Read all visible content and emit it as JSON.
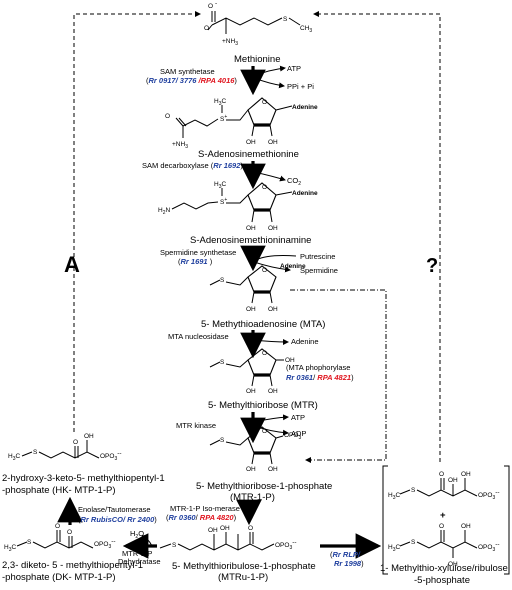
{
  "compounds": {
    "methionine": "Methionine",
    "sam": "S-Adenosinemethionine",
    "dcsam": "S-Adenosinemethioninamine",
    "mta": "5- Methythioadenosine (MTA)",
    "mtr": "5- Methylthioribose (MTR)",
    "mtr1p_1": "5- Methylthioribose-1-phosphate",
    "mtr1p_2": "(MTR-1-P)",
    "mtru1p_1": "5- Methylthioribulose-1-phosphate",
    "mtru1p_2": "(MTRu-1-P)",
    "dk_1": "2,3- diketo- 5 - methylthiopentyl-1",
    "dk_2": "-phosphate (DK- MTP-1-P)",
    "hk_1": "2-hydroxy-3-keto-5- methylthiopentyl-1",
    "hk_2": "-phosphate (HK- MTP-1-P)",
    "xyl_1": "1- Methylthio-xylulose/ribulose",
    "xyl_2": "-5-phosphate"
  },
  "enzymes": {
    "sam_synthetase": "SAM synthetase",
    "sam_syn_genes_open": "(",
    "sam_syn_rr": "Rr 0917/ 3776",
    "sam_syn_sep": " /",
    "sam_syn_rpa": "RPA 4016",
    "sam_syn_close": ")",
    "sam_decarb": "SAM decarboxylase (",
    "sam_decarb_rr": "Rr 1692",
    "sam_decarb_close": ")",
    "spd_synthase": "Spermidine synthetase",
    "spd_open": "(",
    "spd_rr": "Rr 1691",
    "spd_close": " )",
    "mta_nuc": "MTA nucleosidase",
    "mta_phos": "(MTA phophorylase",
    "mta_phos_rr": "Rr 0361",
    "mta_phos_sep": "/ ",
    "mta_phos_rpa": "RPA 4821",
    "mta_phos_close": ")",
    "mtr_kinase": "MTR kinase",
    "isomerase": "MTR-1-P Iso-merase",
    "iso_open": "(",
    "iso_rr": "Rr 0360",
    "iso_sep": "/ ",
    "iso_rpa": "RPA 4820",
    "iso_close": ")",
    "dehydratase_1": "MTR-1-P",
    "dehydratase_2": "Dehydratase",
    "enolase": "Enolase/Tautomerase",
    "eno_open": "(",
    "eno_rr": "Rr RubisCO/ Rr 2400",
    "eno_close": ")",
    "rlp_open": "(",
    "rlp_rr1": "Rr RLP/",
    "rlp_rr2": "Rr 1998",
    "rlp_close": ")"
  },
  "cofactors": {
    "atp": "ATP",
    "ppi": "PPi + Pi",
    "co2": "CO",
    "co2_sub": "2",
    "putrescine": "Putrescine",
    "spermidine": "Spermidine",
    "adenine": "Adenine",
    "atp2": "ATP",
    "adp": "ADP",
    "h2o": "H",
    "h2o_sub": "2",
    "h2o_o": "O"
  },
  "pathway_labels": {
    "a": "A",
    "q": "?",
    "plus": "+"
  },
  "struct": {
    "o_minus": "O",
    "minus": "-",
    "nh3": "+NH",
    "nh3_sub": "3",
    "s": "S",
    "ch3": "CH",
    "ch3_sub": "3",
    "h3c": "H",
    "h3c_sub": "3",
    "h3c_c": "C",
    "splus": "S",
    "plus_sup": "+",
    "adenine": "Adenine",
    "oh": "OH",
    "o": "O",
    "opo3": "OPO",
    "opo3_sub": "3",
    "opo3_chg": "--",
    "nh2": "NH",
    "nh2_sub": "2",
    "h2n": "H",
    "h2n_sub": "2",
    "h2n_n": "N"
  },
  "colors": {
    "gene_blue": "#1f3f9e",
    "gene_red": "#e0141e"
  }
}
